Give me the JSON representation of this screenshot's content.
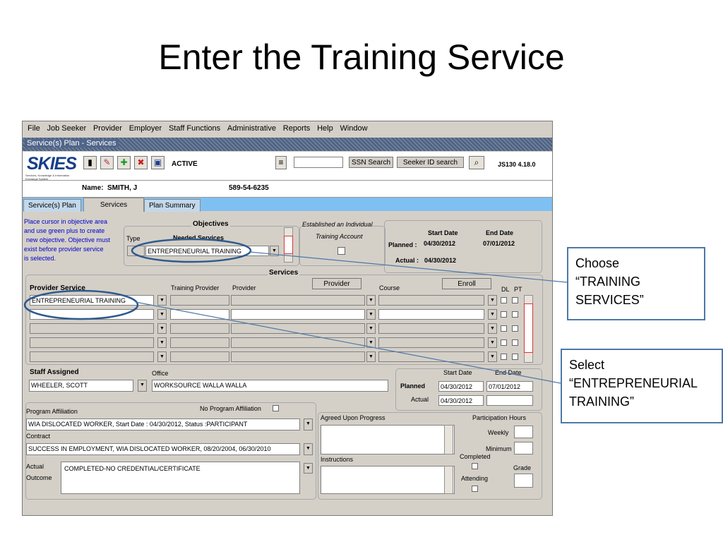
{
  "slide": {
    "title": "Enter the Training Service"
  },
  "menu": [
    "File",
    "Job Seeker",
    "Provider",
    "Employer",
    "Staff Functions",
    "Administrative",
    "Reports",
    "Help",
    "Window"
  ],
  "window": {
    "title": "Service(s) Plan - Services"
  },
  "toolbar": {
    "logo": "SKIES",
    "logo_tagline": "Services, Knowledge & Information Exchange System",
    "status": "ACTIVE",
    "ssn_search": "SSN Search",
    "seeker_id_search": "Seeker ID search",
    "version": "JS130 4.18.0"
  },
  "seeker": {
    "name_label": "Name:",
    "name": "SMITH, J",
    "ssn": "589-54-6235"
  },
  "tabs": [
    "Service(s) Plan",
    "Services",
    "Plan Summary"
  ],
  "instructions_note": [
    "Place cursor in objective area",
    "and use green plus to create",
    "new objective. Objective must",
    "exist before provider service",
    "is selected."
  ],
  "objectives": {
    "heading": "Objectives",
    "type_label": "Type",
    "needed_services_label": "Needed Services",
    "needed_service_value": "ENTREPRENEURIAL TRAINING"
  },
  "ita": {
    "label_line1": "Established an Individual",
    "label_line2": "Training Account"
  },
  "dates_top": {
    "start_date_label": "Start Date",
    "end_date_label": "End Date",
    "planned_label": "Planned :",
    "planned_start": "04/30/2012",
    "planned_end": "07/01/2012",
    "actual_label": "Actual :",
    "actual_start": "04/30/2012"
  },
  "services": {
    "heading": "Services",
    "provider_button": "Provider",
    "enroll_button": "Enroll",
    "columns": {
      "provider_service": "Provider Service",
      "training_provider": "Training Provider",
      "provider": "Provider",
      "course": "Course",
      "dl": "DL",
      "pt": "PT"
    },
    "rows": [
      {
        "provider_service": "ENTREPRENEURIAL TRAINING"
      },
      {
        "provider_service": ""
      },
      {
        "provider_service": ""
      },
      {
        "provider_service": ""
      },
      {
        "provider_service": ""
      }
    ]
  },
  "staff": {
    "staff_assigned_label": "Staff Assigned",
    "staff_assigned_value": "WHEELER, SCOTT",
    "office_label": "Office",
    "office_value": "WORKSOURCE WALLA WALLA"
  },
  "service_dates": {
    "start_date_label": "Start Date",
    "end_date_label": "End Date",
    "planned_label": "Planned",
    "planned_start": "04/30/2012",
    "planned_end": "07/01/2012",
    "actual_label": "Actual",
    "actual_start": "04/30/2012"
  },
  "program": {
    "affiliation_label": "Program Affiliation",
    "no_affiliation_label": "No Program Affiliation",
    "affiliation_value": "WIA DISLOCATED WORKER, Start Date : 04/30/2012, Status :PARTICIPANT",
    "contract_label": "Contract",
    "contract_value": "SUCCESS IN EMPLOYMENT, WIA DISLOCATED WORKER, 08/20/2004, 06/30/2010",
    "actual_outcome_label_1": "Actual",
    "actual_outcome_label_2": "Outcome",
    "actual_outcome_value": "COMPLETED-NO CREDENTIAL/CERTIFICATE"
  },
  "progress": {
    "agreed_upon_label": "Agreed Upon Progress",
    "instructions_label": "Instructions",
    "participation_hours_label": "Participation Hours",
    "weekly_label": "Weekly",
    "minimum_label": "Minimum",
    "completed_label": "Completed",
    "attending_label": "Attending",
    "grade_label": "Grade"
  },
  "callouts": {
    "choose": [
      "Choose",
      "“TRAINING",
      "SERVICES”"
    ],
    "select": [
      "Select",
      "“ENTREPRENEURIAL",
      "TRAINING”"
    ]
  },
  "colors": {
    "accent_tab_bar": "#7fc0f3",
    "window_gray": "#d4d0c8",
    "note_blue": "#0000c8",
    "callout_border": "#4e78a8"
  }
}
